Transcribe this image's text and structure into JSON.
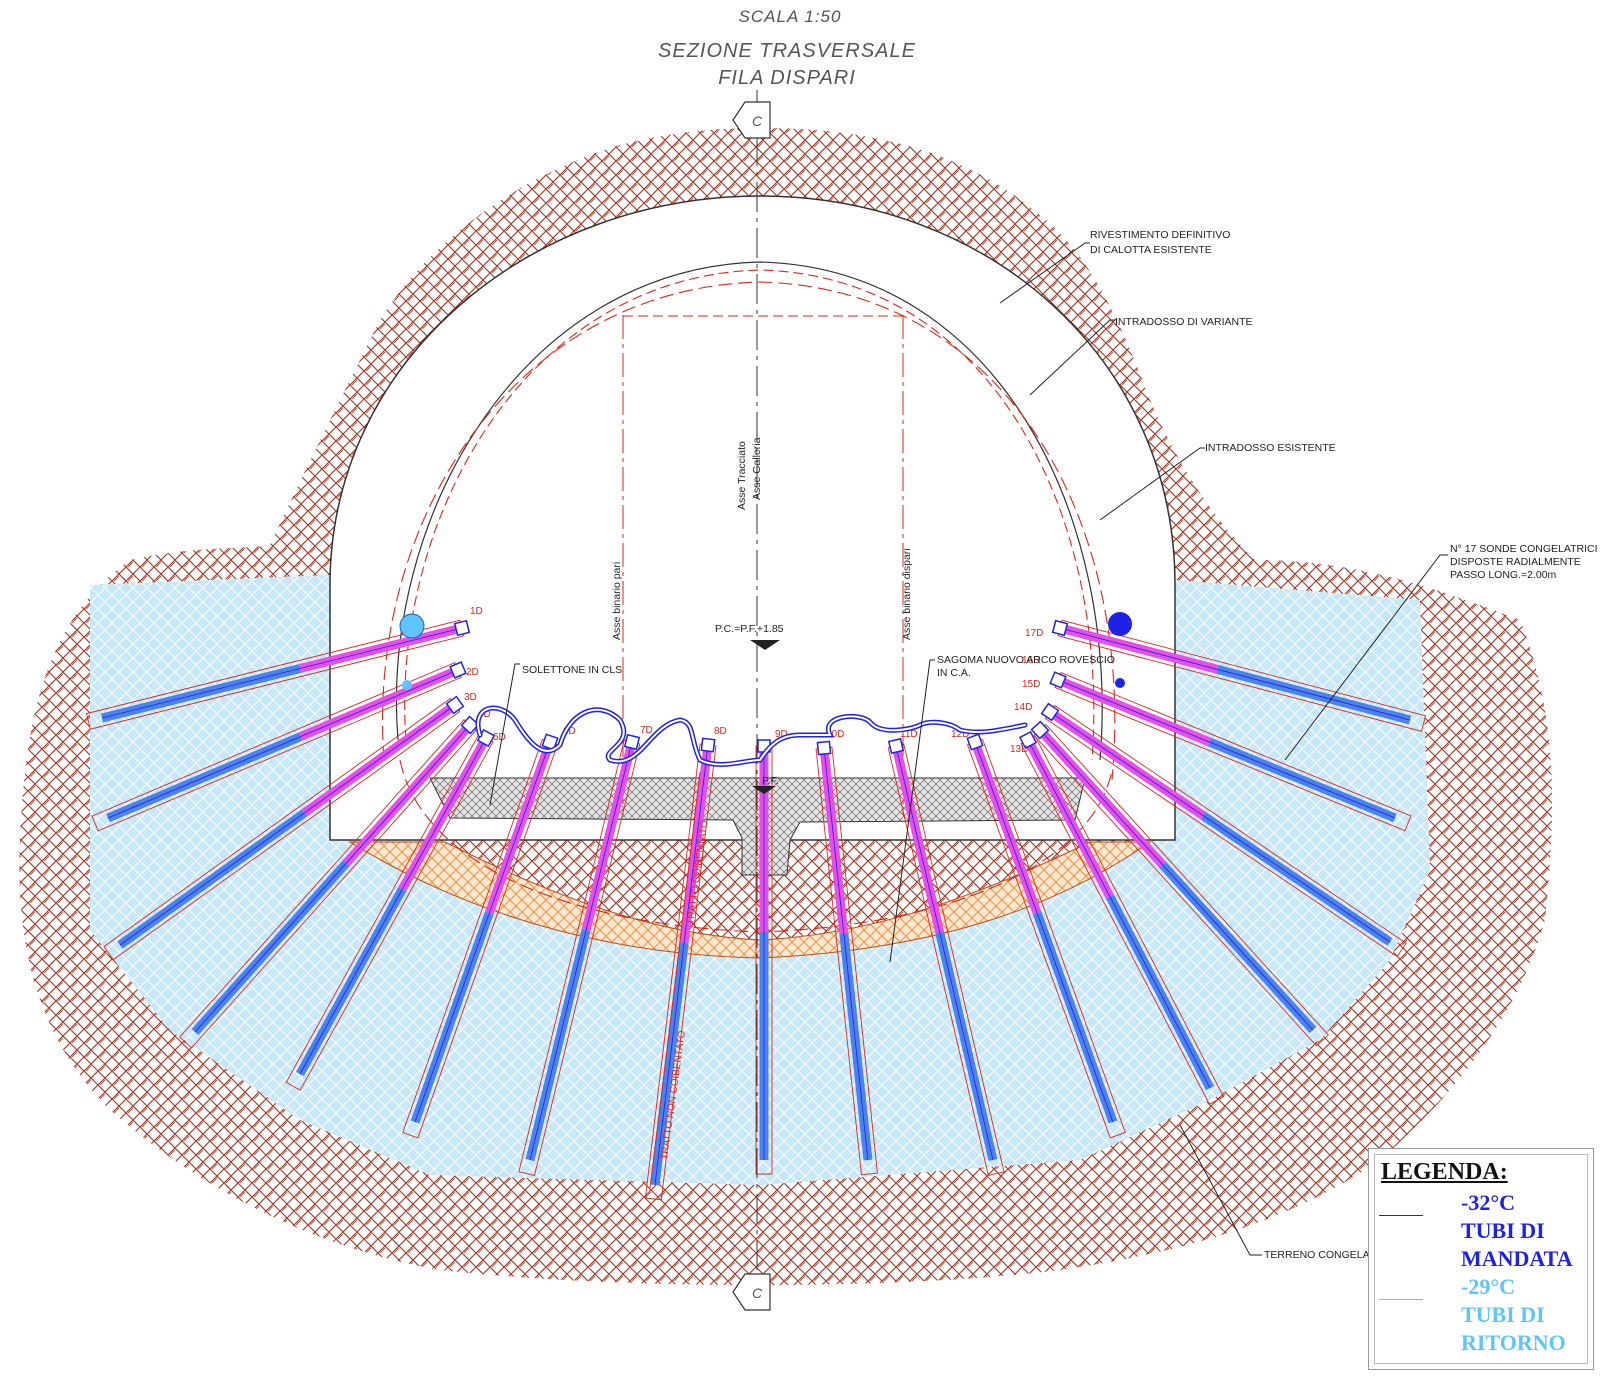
{
  "title": {
    "scale": "SCALA 1:50",
    "line1": "SEZIONE TRASVERSALE",
    "line2": "FILA DISPARI"
  },
  "section_mark": "C",
  "annotations": {
    "rivestimento_1": "RIVESTIMENTO DEFINITIVO",
    "rivestimento_2": "DI CALOTTA ESISTENTE",
    "intradosso_variante": "INTRADOSSO DI VARIANTE",
    "intradosso_esistente": "INTRADOSSO ESISTENTE",
    "sonde_1": "N° 17 SONDE CONGELATRICI",
    "sonde_2": "DISPOSTE RADIALMENTE",
    "sonde_3": "PASSO LONG.=2.00m",
    "solettone": "SOLETTONE IN CLS",
    "sagoma_1": "SAGOMA NUOVO ARCO ROVESCIO",
    "sagoma_2": "IN C.A.",
    "terreno": "TERRENO CONGELATO",
    "asse_tracciato": "Asse Tracciato",
    "asse_galleria": "Asse Galleria",
    "asse_pari": "Asse binario pari",
    "asse_dispari": "Asse binario dispari",
    "pc": "P.C.=P.F.+1.85",
    "pf": "P.F.",
    "tratto_coibentato": "TRATTO COIBENTATO",
    "tratto_non": "TRATTO NON COIBENTATO"
  },
  "probes": [
    "1D",
    "2D",
    "3D",
    "4D",
    "5D",
    "6D",
    "7D",
    "8D",
    "9D",
    "10D",
    "11D",
    "12D",
    "13D",
    "14D",
    "15D",
    "16D",
    "17D"
  ],
  "legend": {
    "title": "LEGENDA:",
    "supply_temp": "-32°C",
    "supply_1": "TUBI DI",
    "supply_2": "MANDATA",
    "return_temp": "-29°C",
    "return_1": "TUBI DI",
    "return_2": "RITORNO",
    "supply_color": "#1e22e8",
    "return_color": "#5ec4ff"
  },
  "colors": {
    "soil": "#8b2b1a",
    "frozen": "#bfe6f8",
    "insulated_pipe": "#e84fe8",
    "bare_pipe": "#4b82ee",
    "red_dash": "#e0241a",
    "orange_fill": "#f0a050"
  }
}
